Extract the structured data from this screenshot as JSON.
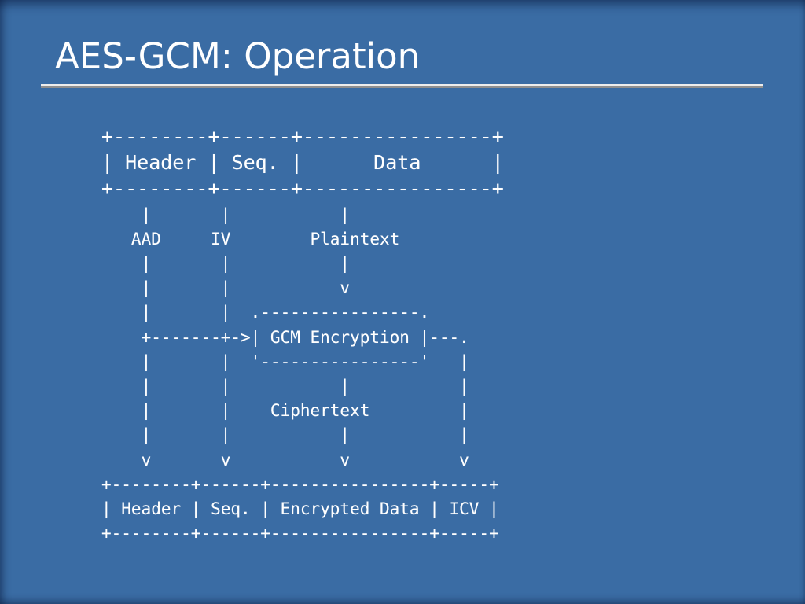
{
  "slide": {
    "title": "AES-GCM: Operation"
  },
  "diagram": {
    "top_box_lines": [
      "+--------+------+----------------+",
      "| Header | Seq. |      Data      |",
      "+--------+------+----------------+"
    ],
    "flow_lines": [
      "    |       |           |",
      "   AAD     IV        Plaintext",
      "    |       |           |",
      "    |       |           v",
      "    |       |  .----------------.",
      "    +-------+->| GCM Encryption |---.",
      "    |       |  '----------------'   |",
      "    |       |           |           |",
      "    |       |    Ciphertext         |",
      "    |       |           |           |",
      "    v       v           v           v",
      "+--------+------+----------------+-----+",
      "| Header | Seq. | Encrypted Data | ICV |",
      "+--------+------+----------------+-----+"
    ],
    "top_box": {
      "fields": [
        "Header",
        "Seq.",
        "Data"
      ]
    },
    "inputs": {
      "aad_label": "AAD",
      "iv_label": "IV",
      "plaintext_label": "Plaintext"
    },
    "process_label": "GCM Encryption",
    "output_label": "Ciphertext",
    "bottom_box": {
      "fields": [
        "Header",
        "Seq.",
        "Encrypted Data",
        "ICV"
      ]
    }
  },
  "colors": {
    "background": "#3a6ca4",
    "edge_shade": "#22497c",
    "text": "#ffffff",
    "rule_light": "#ededed",
    "rule_dark": "#8f8f8f"
  }
}
